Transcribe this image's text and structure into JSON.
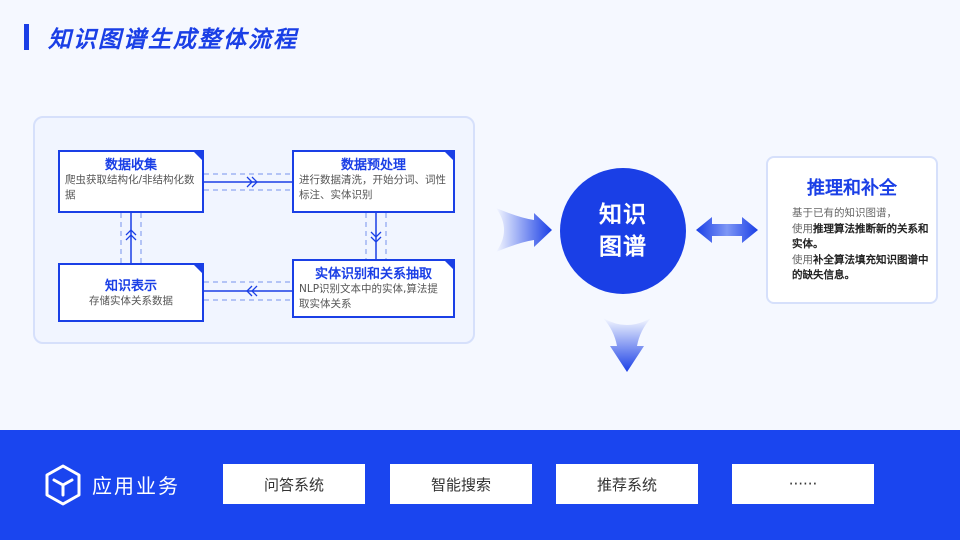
{
  "header": {
    "title": "知识图谱生成整体流程"
  },
  "process": {
    "cards": [
      {
        "title": "数据收集",
        "desc": "爬虫获取结构化/非结构化数据"
      },
      {
        "title": "数据预处理",
        "desc": "进行数据清洗，开始分词、词性标注、实体识别"
      },
      {
        "title": "知识表示",
        "desc": "存储实体关系数据"
      },
      {
        "title": "实体识别和关系抽取",
        "desc": "NLP识别文本中的实体,算法提取实体关系"
      }
    ]
  },
  "center": {
    "label": "知识图谱"
  },
  "reasoning": {
    "title": "推理和补全",
    "line1": "基于已有的知识图谱，",
    "line2_pre": "使用",
    "line2_bold": "推理算法推断新的关系和实体。",
    "line3_pre": "使用",
    "line3_bold": "补全算法填充知识图谱中的缺失信息。"
  },
  "applications": {
    "label": "应用业务",
    "items": [
      "问答系统",
      "智能搜索",
      "推荐系统",
      "······"
    ]
  },
  "colors": {
    "primary": "#1a3fe6",
    "band": "#1a45ef",
    "panel_border": "#d6e0fb"
  },
  "icons": [
    "cube-icon",
    "double-arrow-icon",
    "chevron-arrow-icon"
  ]
}
